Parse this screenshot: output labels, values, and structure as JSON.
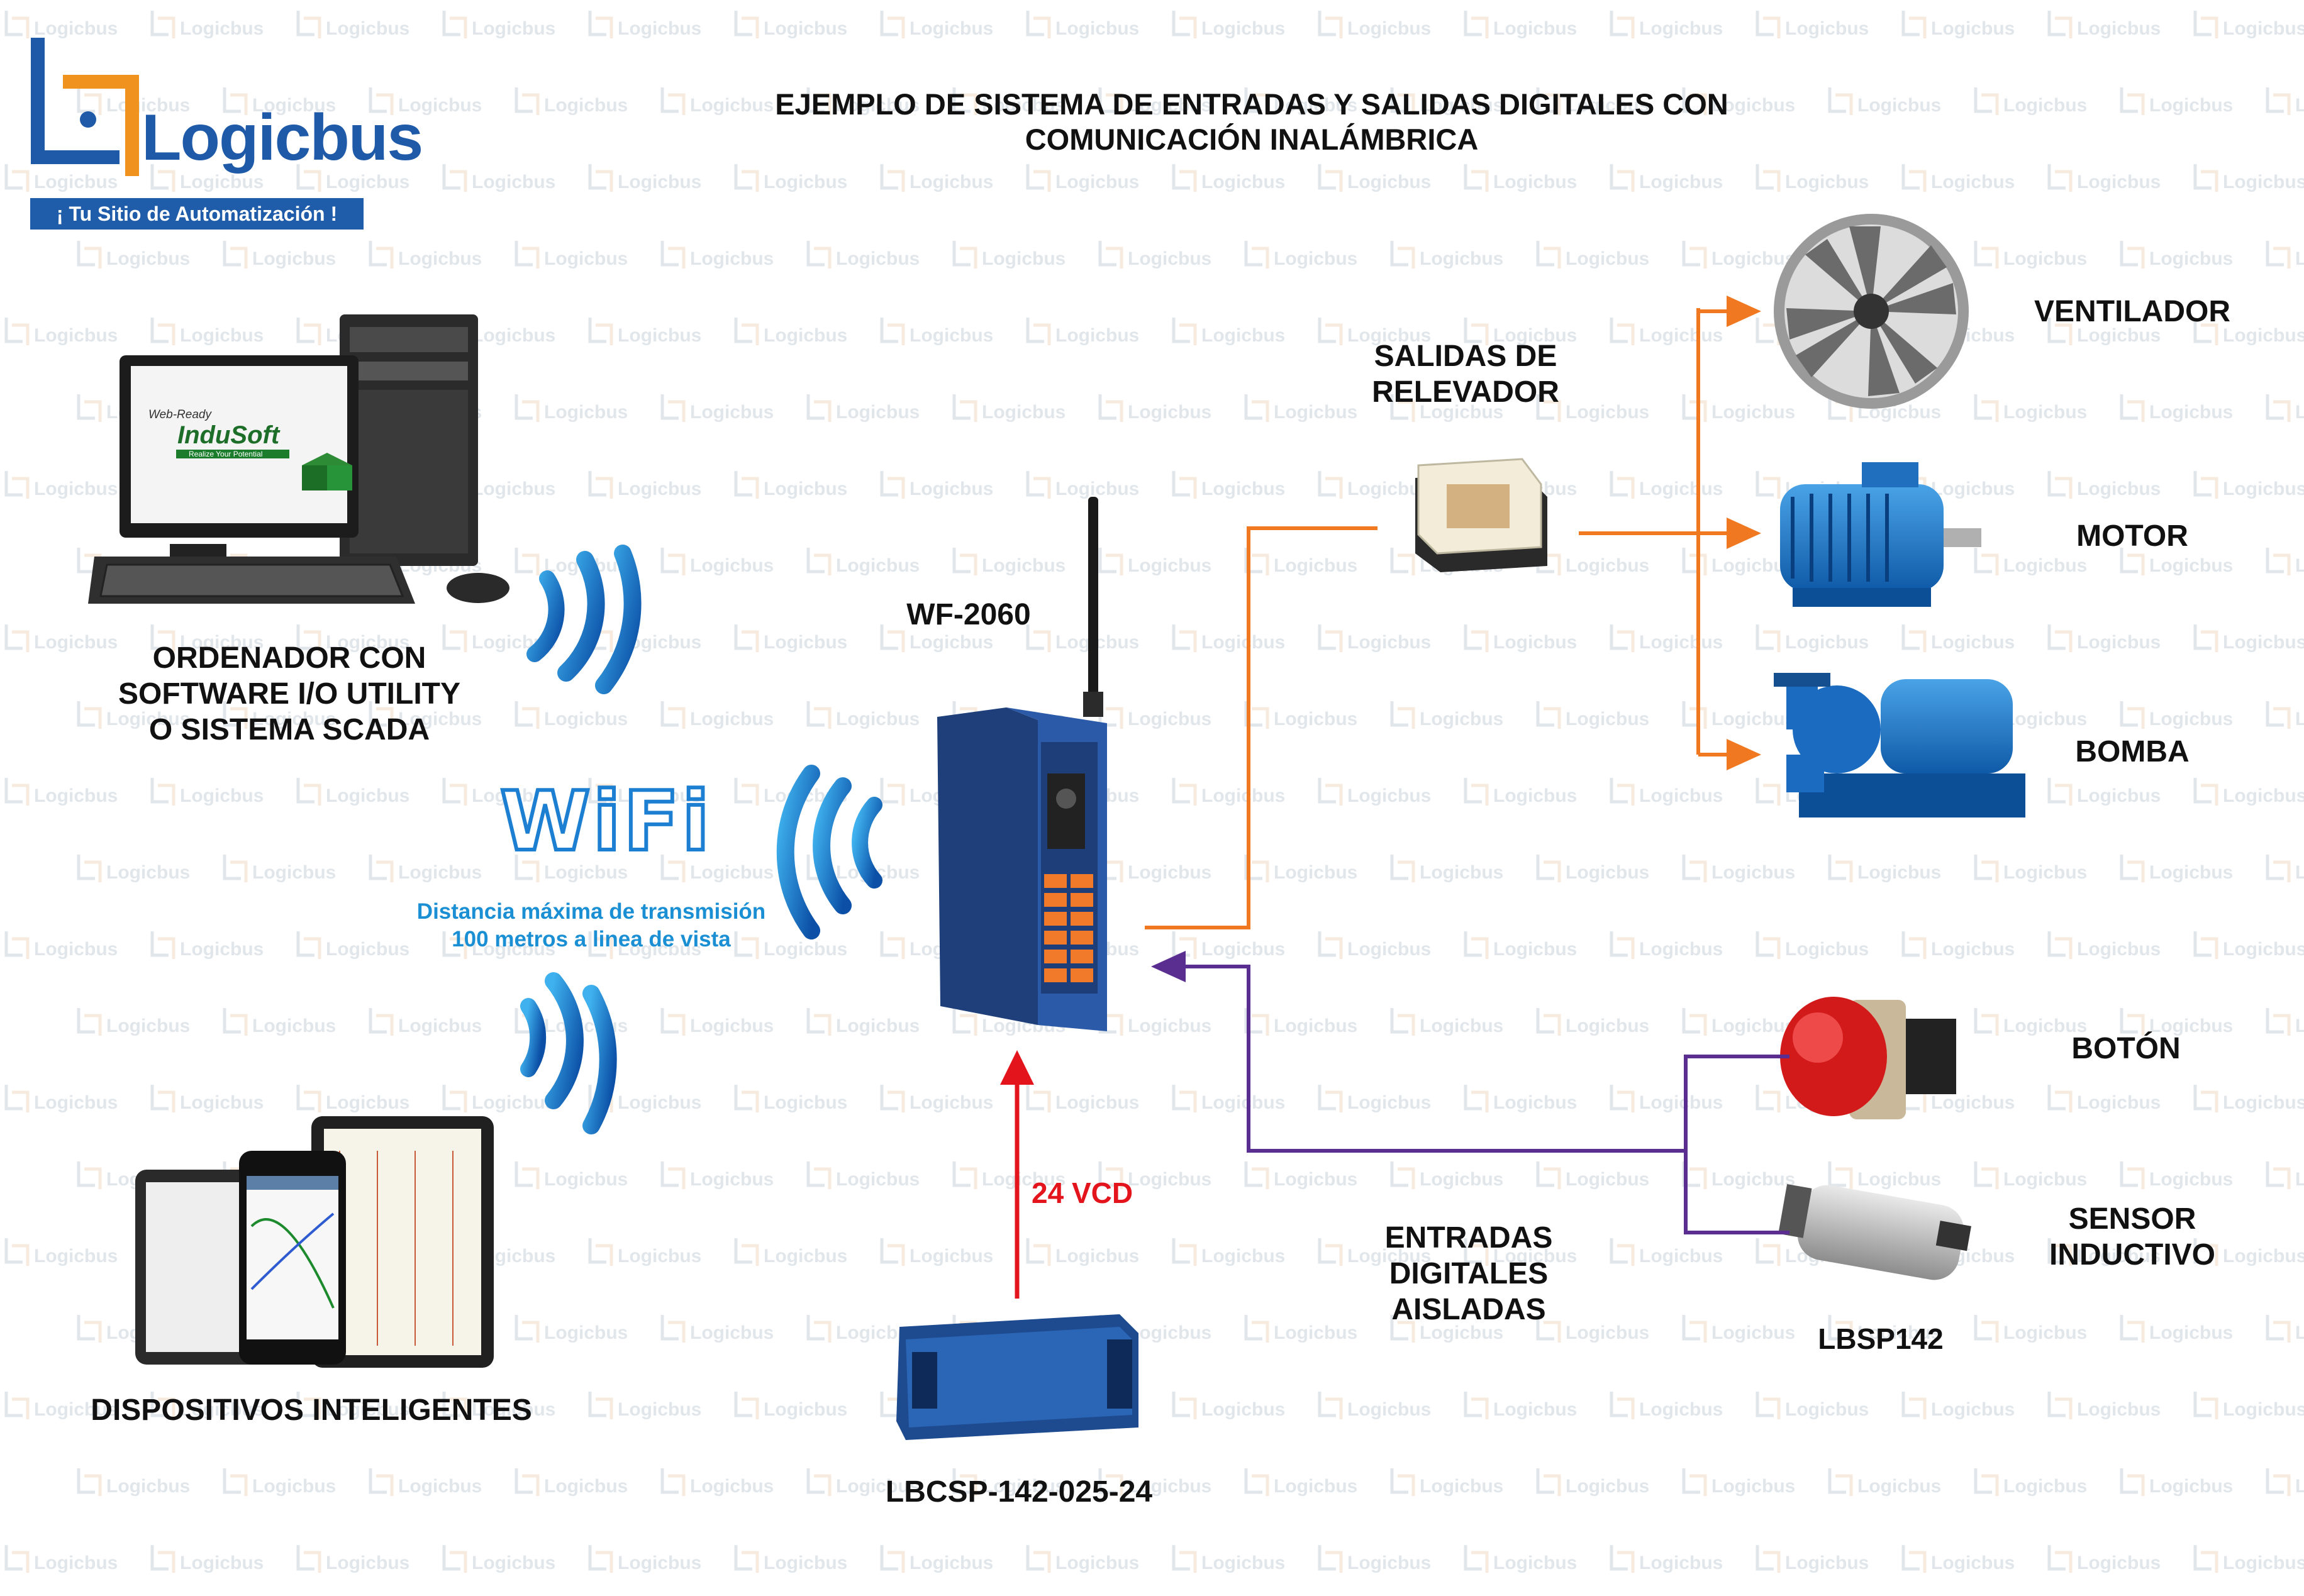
{
  "brand": {
    "name": "Logicbus",
    "tagline": "¡ Tu Sitio de Automatización !",
    "watermark": "Logicbus",
    "colors": {
      "blue": "#1e5aa8",
      "orange": "#f07820",
      "purple": "#5a2d91",
      "red": "#e3141b"
    }
  },
  "title": {
    "line1": "EJEMPLO DE SISTEMA DE ENTRADAS Y SALIDAS DIGITALES CON",
    "line2": "COMUNICACIÓN INALÁMBRICA"
  },
  "computer": {
    "line1": "ORDENADOR CON",
    "line2": "SOFTWARE I/O UTILITY",
    "line3": "O SISTEMA SCADA",
    "screen_brand": "InduSoft",
    "screen_top": "Web-Ready",
    "screen_tag": "Realize Your Potential"
  },
  "wifi": {
    "word": "WiFi",
    "note1": "Distancia máxima de transmisión",
    "note2": "100 metros a linea de vista"
  },
  "devices": {
    "label": "DISPOSITIVOS INTELIGENTES"
  },
  "module": {
    "label": "WF-2060"
  },
  "power_supply": {
    "label": "LBCSP-142-025-24",
    "voltage": "24 VCD"
  },
  "relay": {
    "line1": "SALIDAS DE",
    "line2": "RELEVADOR"
  },
  "inputs": {
    "line1": "ENTRADAS",
    "line2": "DIGITALES",
    "line3": "AISLADAS"
  },
  "outputs": {
    "fan": "VENTILADOR",
    "motor": "MOTOR",
    "pump": "BOMBA"
  },
  "input_devices": {
    "button": "BOTÓN",
    "sensor_line1": "SENSOR",
    "sensor_line2": "INDUCTIVO",
    "sensor_model": "LBSP142"
  }
}
